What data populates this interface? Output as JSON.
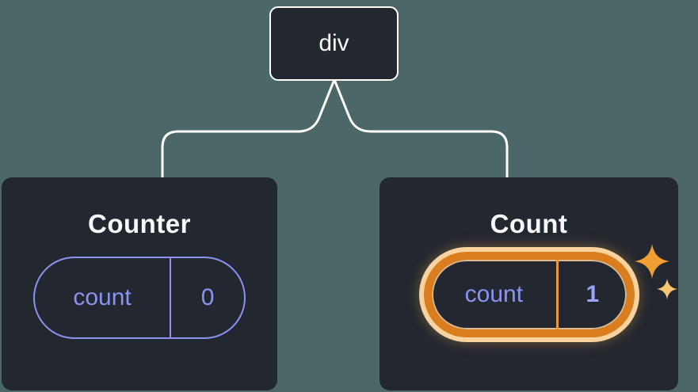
{
  "root_node": {
    "label": "div"
  },
  "cards": [
    {
      "title": "Counter",
      "state_key": "count",
      "state_value": "0",
      "highlighted": false
    },
    {
      "title": "Count",
      "state_key": "count",
      "state_value": "1",
      "highlighted": true
    }
  ],
  "colors": {
    "background": "#4c6767",
    "card": "#23272f",
    "connector": "#ffffff",
    "title_text": "#f6f7f9",
    "state_accent": "#8a94f0",
    "state_value": "#9aa4f8",
    "highlight_orange": "#d97d1e",
    "highlight_glow": "#f8d3a0",
    "sparkle_big": "#f19e33",
    "sparkle_small": "#f8c671"
  }
}
